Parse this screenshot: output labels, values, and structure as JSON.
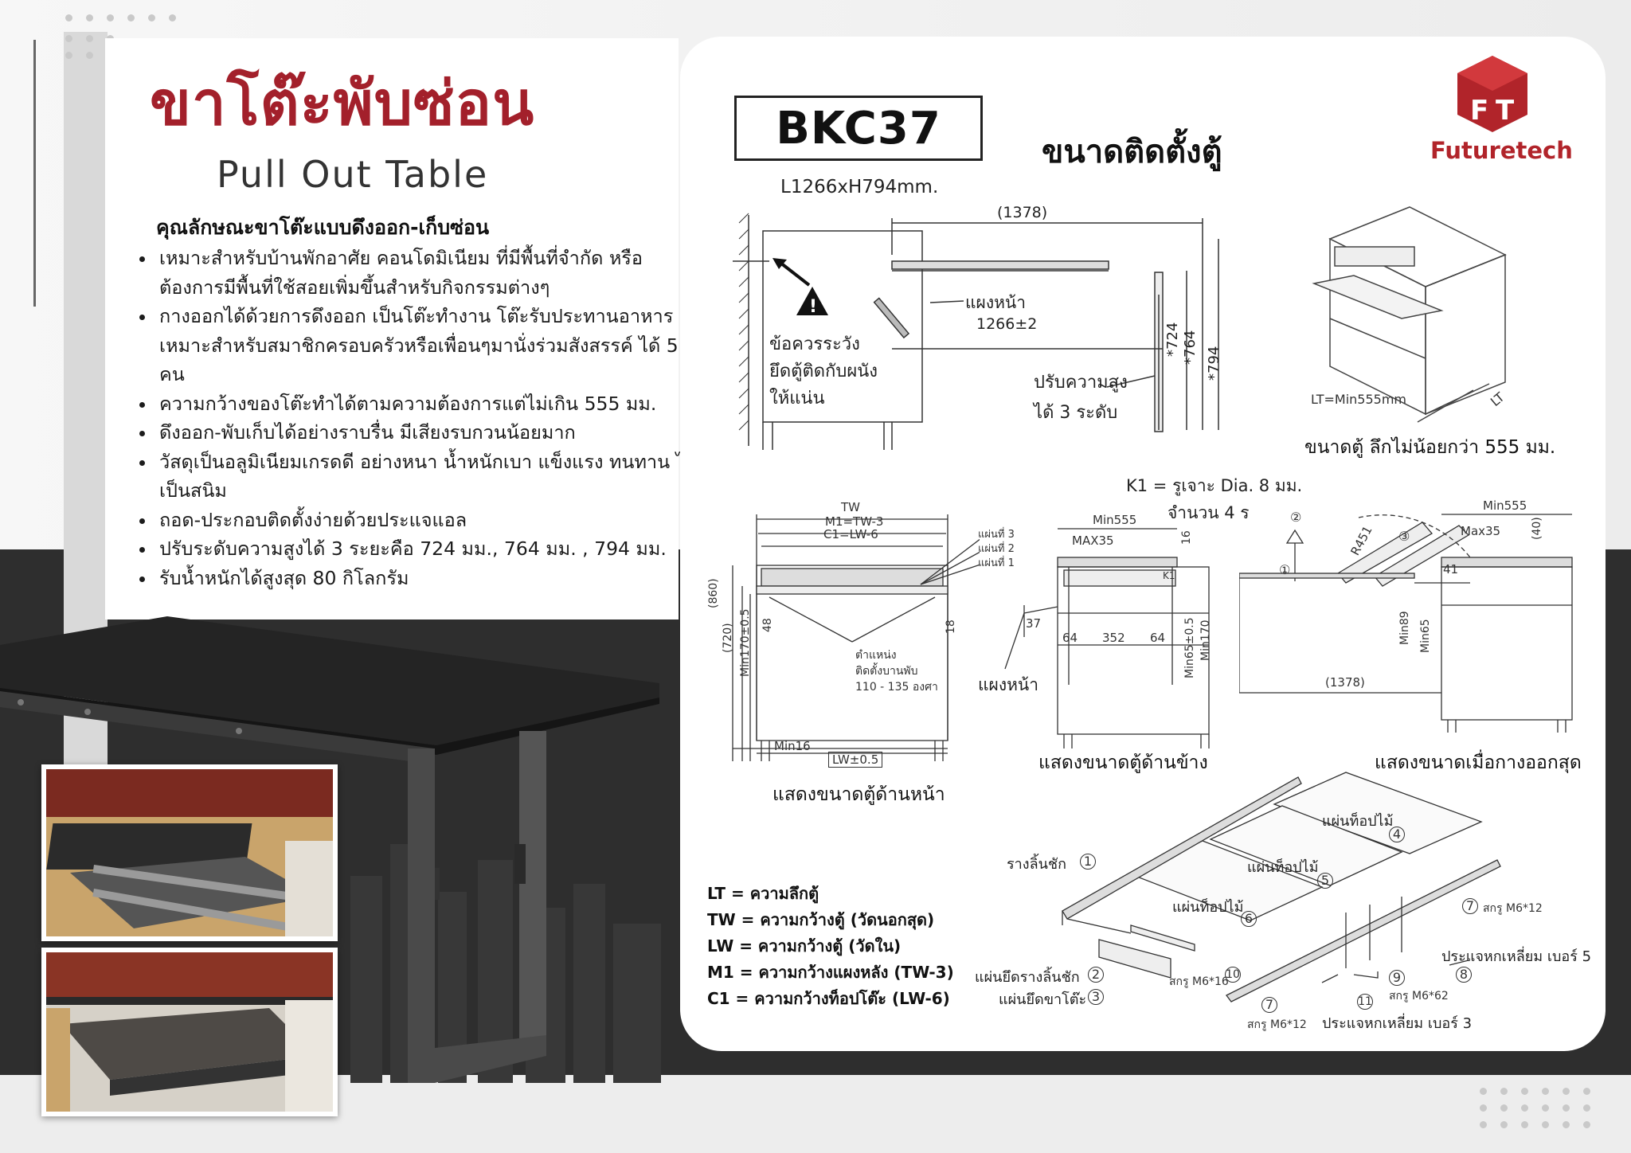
{
  "title": {
    "thai": "ขาโต๊ะพับซ่อน",
    "english": "Pull Out Table"
  },
  "features": {
    "heading": "คุณลักษณะขาโต๊ะแบบดึงออก-เก็บซ่อน",
    "items": [
      "เหมาะสำหรับบ้านพักอาศัย คอนโดมิเนียม ที่มีพื้นที่จำกัด หรือต้องการมีพื้นที่ใช้สอยเพิ่มขึ้นสำหรับกิจกรรมต่างๆ",
      "กางออกได้ด้วยการดึงออก เป็นโต๊ะทำงาน โต๊ะรับประทานอาหาร เหมาะสำหรับสมาชิกครอบครัวหรือเพื่อนๆมานั่งร่วมสังสรรค์ ได้ 5 คน",
      "ความกว้างของโต๊ะทำได้ตามความต้องการแต่ไม่เกิน 555 มม.",
      "ดึงออก-พับเก็บได้อย่างราบรื่น มีเสียงรบกวนน้อยมาก",
      "วัสดุเป็นอลูมิเนียมเกรดดี อย่างหนา น้ำหนักเบา แข็งแรง ทนทาน ไม่เป็นสนิม",
      "ถอด-ประกอบติดตั้งง่ายด้วยประแจแอล",
      "ปรับระดับความสูงได้ 3 ระยะคือ 724 มม., 764 มม. , 794 มม.",
      "รับน้ำหนักได้สูงสุด 80 กิโลกรัม"
    ]
  },
  "spec": {
    "model": "BKC37",
    "install_title": "ขนาดติดตั้งตู้",
    "size": "L1266xH794mm.",
    "brand": "Futuretech",
    "brand_logo_letters": "FT"
  },
  "top_drawing": {
    "dim_total": "(1378)",
    "dim_table": "1266±2",
    "front_panel": "แผงหน้า",
    "warning": [
      "ข้อควรระวัง",
      "ยึดตู้ติดกับผนัง",
      "ให้แน่น"
    ],
    "height_adjust": [
      "ปรับความสูง",
      "ได้ 3 ระดับ"
    ],
    "heights": [
      "*724",
      "*764",
      "*794"
    ]
  },
  "cabinet_drawing": {
    "lt_label": "LT=Min555mm",
    "lt": "LT",
    "caption": "ขนาดตู้ ลึกไม่น้อยกว่า 555 มม."
  },
  "k1_note": {
    "line1": "K1 = รูเจาะ Dia. 8 มม.",
    "line2": "จำนวน 4 ร"
  },
  "front_view": {
    "tw": "TW",
    "m1": "M1=TW-3",
    "c1": "C1=LW-6",
    "plates": [
      "แผ่นที่ 3",
      "แผ่นที่ 2",
      "แผ่นที่ 1"
    ],
    "d860": "(860)",
    "d720": "(720)",
    "min170": "Min170±0.5",
    "d48": "48",
    "d18": "18",
    "hinge": [
      "ตำแหน่ง",
      "ติดตั้งบานพับ",
      "110 - 135 องศา"
    ],
    "min16": "Min16",
    "lw": "LW±0.5",
    "caption": "แสดงขนาดตู้ด้านหน้า"
  },
  "side_view": {
    "min555": "Min555",
    "max35": "MAX35",
    "d16": "16",
    "k1": "K1",
    "d37": "37",
    "d64a": "64",
    "d352": "352",
    "d64b": "64",
    "min65": "Min65±0.5",
    "min170": "Min170",
    "front_panel": "แผงหน้า",
    "caption": "แสดงขนาดตู้ด้านข้าง"
  },
  "open_view": {
    "r451": "R451",
    "min555": "Min555",
    "max35": "Max35",
    "d40": "(40)",
    "d41": "41",
    "min89": "Min89",
    "min65": "Min65",
    "d1378": "(1378)",
    "steps": [
      "①",
      "②",
      "③"
    ],
    "caption": "แสดงขนาดเมื่อกางออกสุด"
  },
  "legend": [
    "LT   = ความลึกตู้",
    "TW = ความกว้างตู้ (วัดนอกสุด)",
    "LW = ความกว้างตู้ (วัดใน)",
    "M1 = ความกว้างแผงหลัง (TW-3)",
    "C1  = ความกว้างท็อปโต๊ะ (LW-6)"
  ],
  "parts": {
    "rail": "รางลิ้นชัก",
    "rail_n": "1",
    "top4": "แผ่นท็อปไม้",
    "top4_n": "4",
    "top5": "แผ่นท็อปไม้",
    "top5_n": "5",
    "top6": "แผ่นท็อปไม้",
    "top6_n": "6",
    "screw7": "สกรู M6*12",
    "screw7_n": "7",
    "wrench5": "ประแจหกเหลี่ยม เบอร์ 5",
    "wrench5_n": "8",
    "screw9": "สกรู M6*62",
    "screw9_n": "9",
    "screw10": "สกรู M6*16",
    "screw10_n": "10",
    "wrench3": "ประแจหกเหลี่ยม เบอร์ 3",
    "wrench3_n": "11",
    "rail_plate": "แผ่นยึดรางลิ้นชัก",
    "rail_plate_n": "2",
    "leg_plate": "แผ่นยึดขาโต๊ะ",
    "leg_plate_n": "3",
    "screw7b": "สกรู M6*12",
    "screw7b_n": "7"
  }
}
